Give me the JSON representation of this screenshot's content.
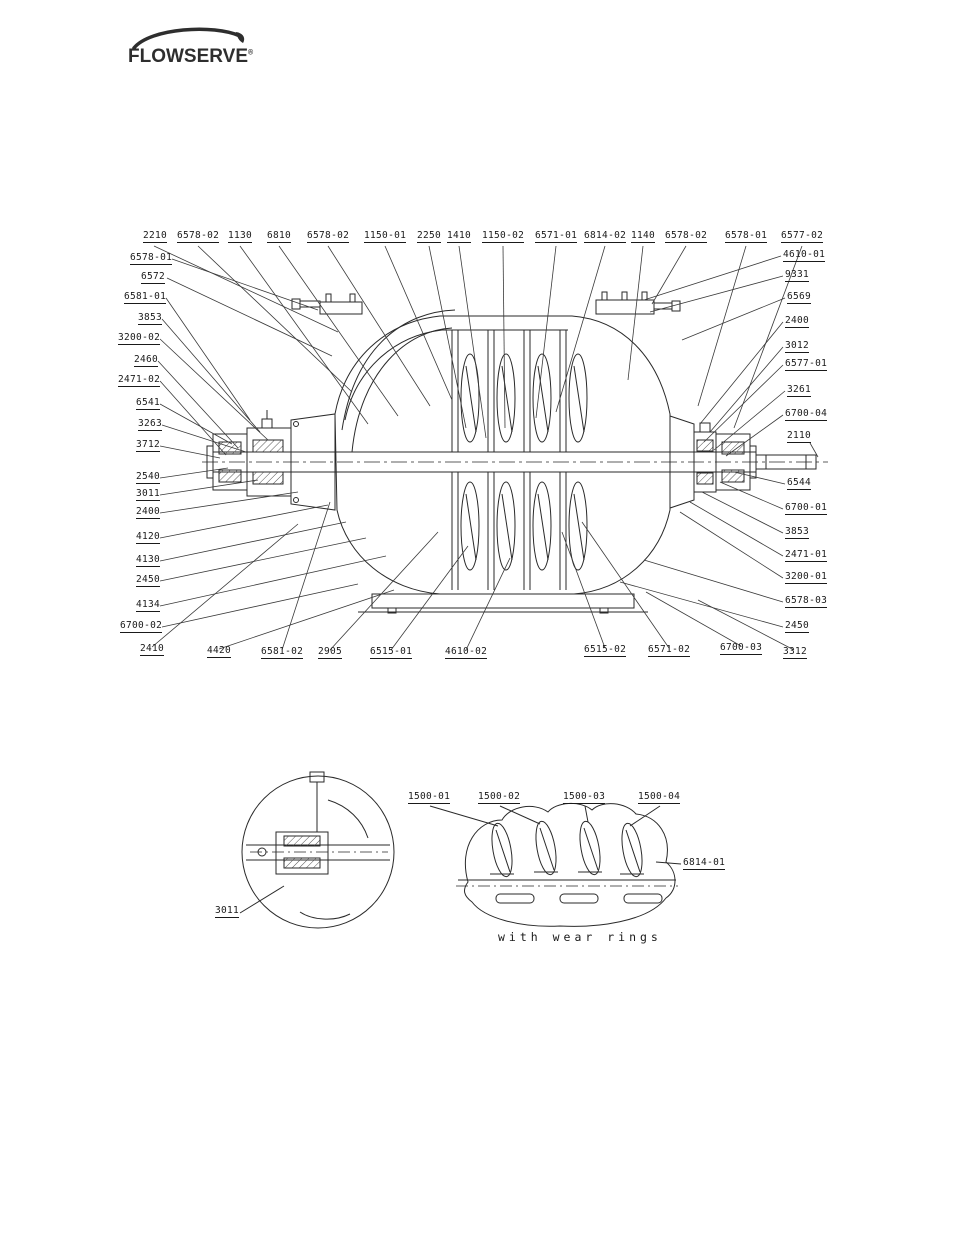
{
  "logo": {
    "text": "FLOWSERVE",
    "registered": "®"
  },
  "diagram": {
    "top_labels": [
      "2210",
      "6578-02",
      "1130",
      "6810",
      "6578-02",
      "1150-01",
      "2250",
      "1410",
      "1150-02",
      "6571-01",
      "6814-02",
      "1140",
      "6578-02",
      "6578-01",
      "6577-02"
    ],
    "left_labels": [
      "6578-01",
      "6572",
      "6581-01",
      "3853",
      "3200-02",
      "2460",
      "2471-02",
      "6541",
      "3263",
      "3712",
      "2540",
      "3011",
      "2400",
      "4120",
      "4130",
      "2450",
      "4134",
      "6700-02"
    ],
    "right_labels": [
      "4610-01",
      "9331",
      "6569",
      "2400",
      "3012",
      "6577-01",
      "3261",
      "6700-04",
      "2110",
      "6544",
      "6700-01",
      "3853",
      "2471-01",
      "3200-01",
      "6578-03",
      "2450"
    ],
    "bottom_labels": [
      "2410",
      "4420",
      "6581-02",
      "2905",
      "6515-01",
      "4610-02",
      "6515-02",
      "6571-02",
      "6700-03",
      "3312"
    ]
  },
  "detail_bearing": {
    "label": "3011"
  },
  "detail_impeller": {
    "labels": [
      "1500-01",
      "1500-02",
      "1500-03",
      "1500-04"
    ],
    "side_label": "6814-01",
    "caption": "with wear rings"
  }
}
